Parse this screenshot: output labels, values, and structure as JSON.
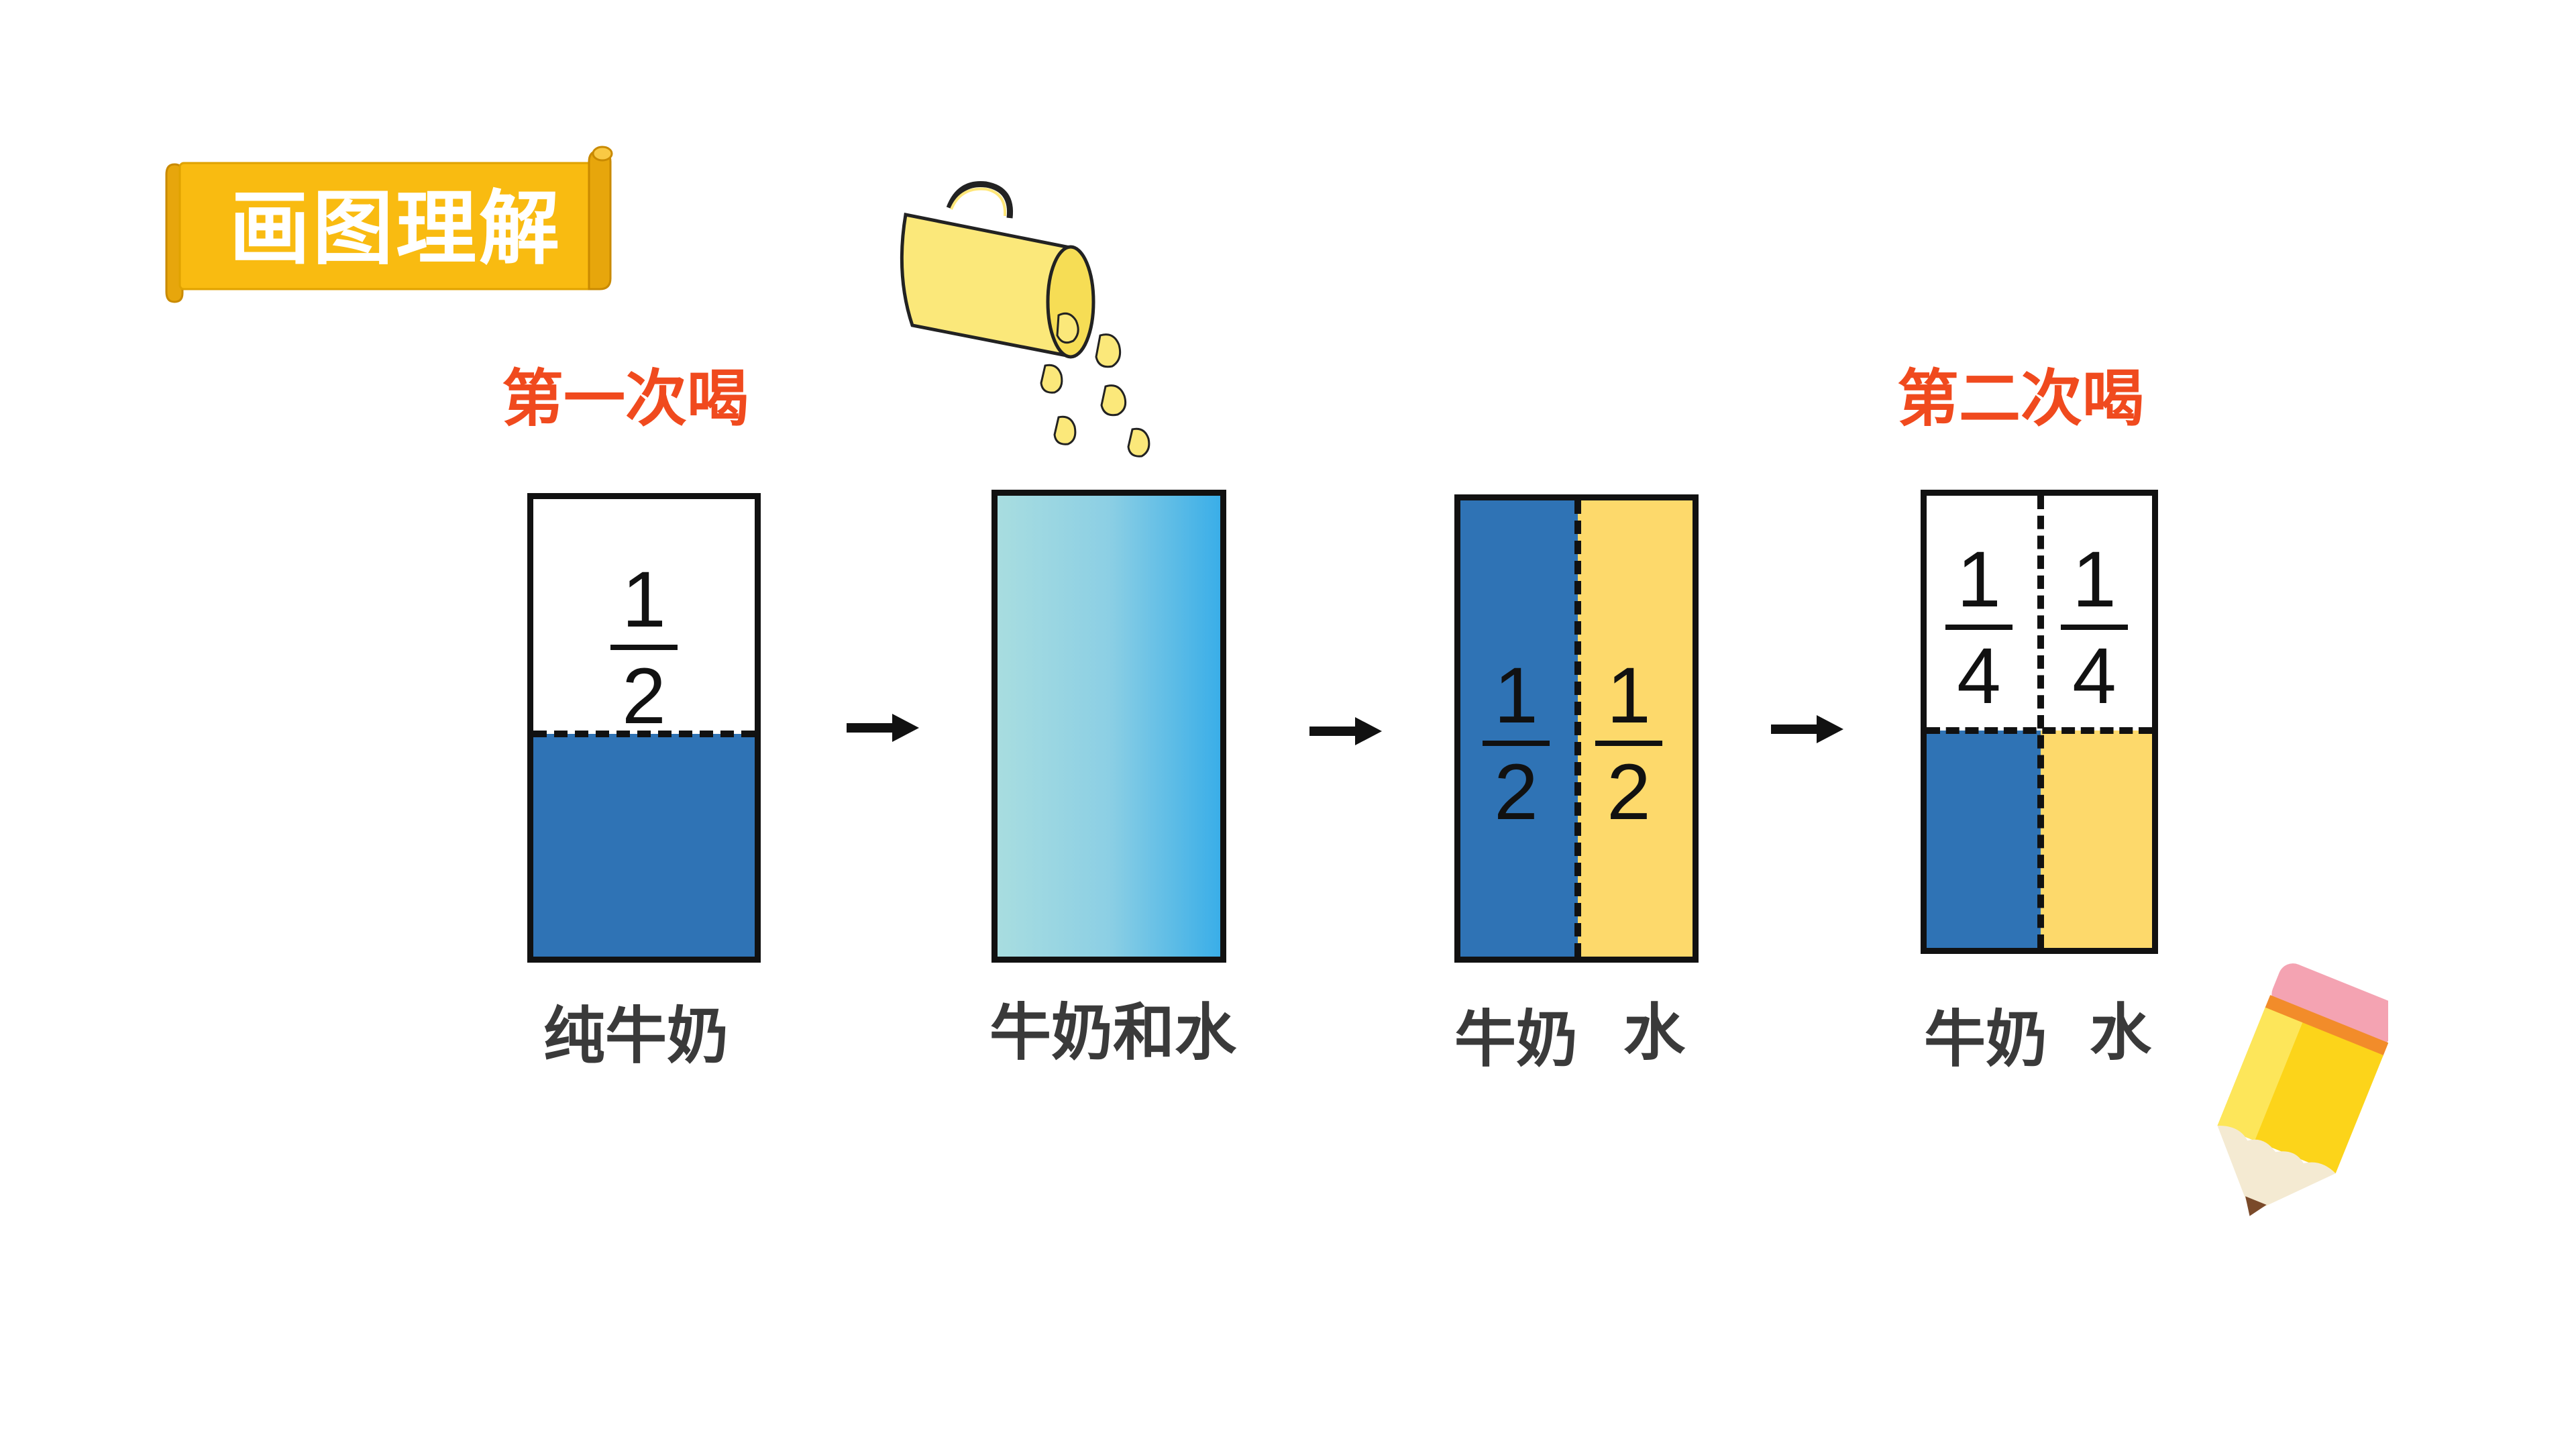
{
  "banner": {
    "title": "画图理解"
  },
  "headings": {
    "first": "第一次喝",
    "second": "第二次喝"
  },
  "beakers": {
    "b1": {
      "fraction": {
        "numerator": "1",
        "denominator": "2"
      },
      "label": "纯牛奶"
    },
    "b2": {
      "label": "牛奶和水"
    },
    "b3": {
      "left_fraction": {
        "numerator": "1",
        "denominator": "2"
      },
      "right_fraction": {
        "numerator": "1",
        "denominator": "2"
      },
      "label_left": "牛奶",
      "label_right": "水"
    },
    "b4": {
      "left_fraction": {
        "numerator": "1",
        "denominator": "4"
      },
      "right_fraction": {
        "numerator": "1",
        "denominator": "4"
      },
      "label_left": "牛奶",
      "label_right": "水"
    }
  },
  "colors": {
    "milk": "#2f73b5",
    "water": "#fdd96b",
    "heading": "#f04a1e",
    "banner": "#f9bb11",
    "mix_start": "#a8dde0",
    "mix_end": "#3aaee8"
  },
  "icons": [
    "pitcher-icon",
    "arrow-right-icon",
    "pencil-icon"
  ]
}
